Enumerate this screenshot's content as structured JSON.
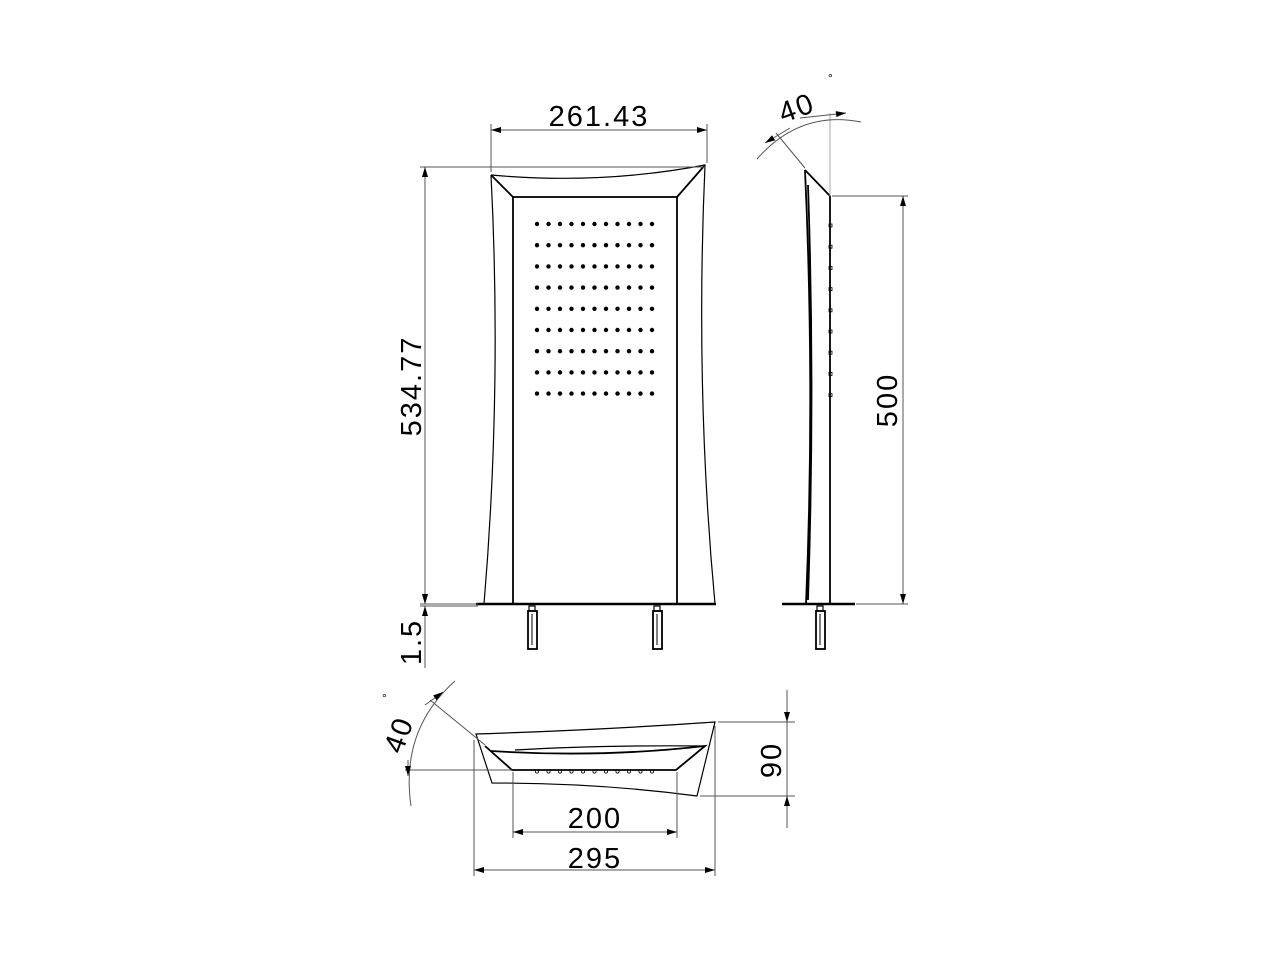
{
  "drawing": {
    "front_view": {
      "width_dim": "261.43",
      "height_dim": "534.77",
      "base_dim": "1.5",
      "nozzle_rows": 9,
      "nozzle_cols": 11
    },
    "side_view": {
      "height_dim": "500",
      "angle_dim": "40",
      "degree_symbol": "°"
    },
    "bottom_view": {
      "inner_width_dim": "200",
      "outer_width_dim": "295",
      "depth_dim": "90",
      "angle_dim": "40",
      "degree_symbol": "°"
    },
    "colors": {
      "line": "#000000",
      "dimension_line": "#555555",
      "background": "#ffffff"
    }
  }
}
